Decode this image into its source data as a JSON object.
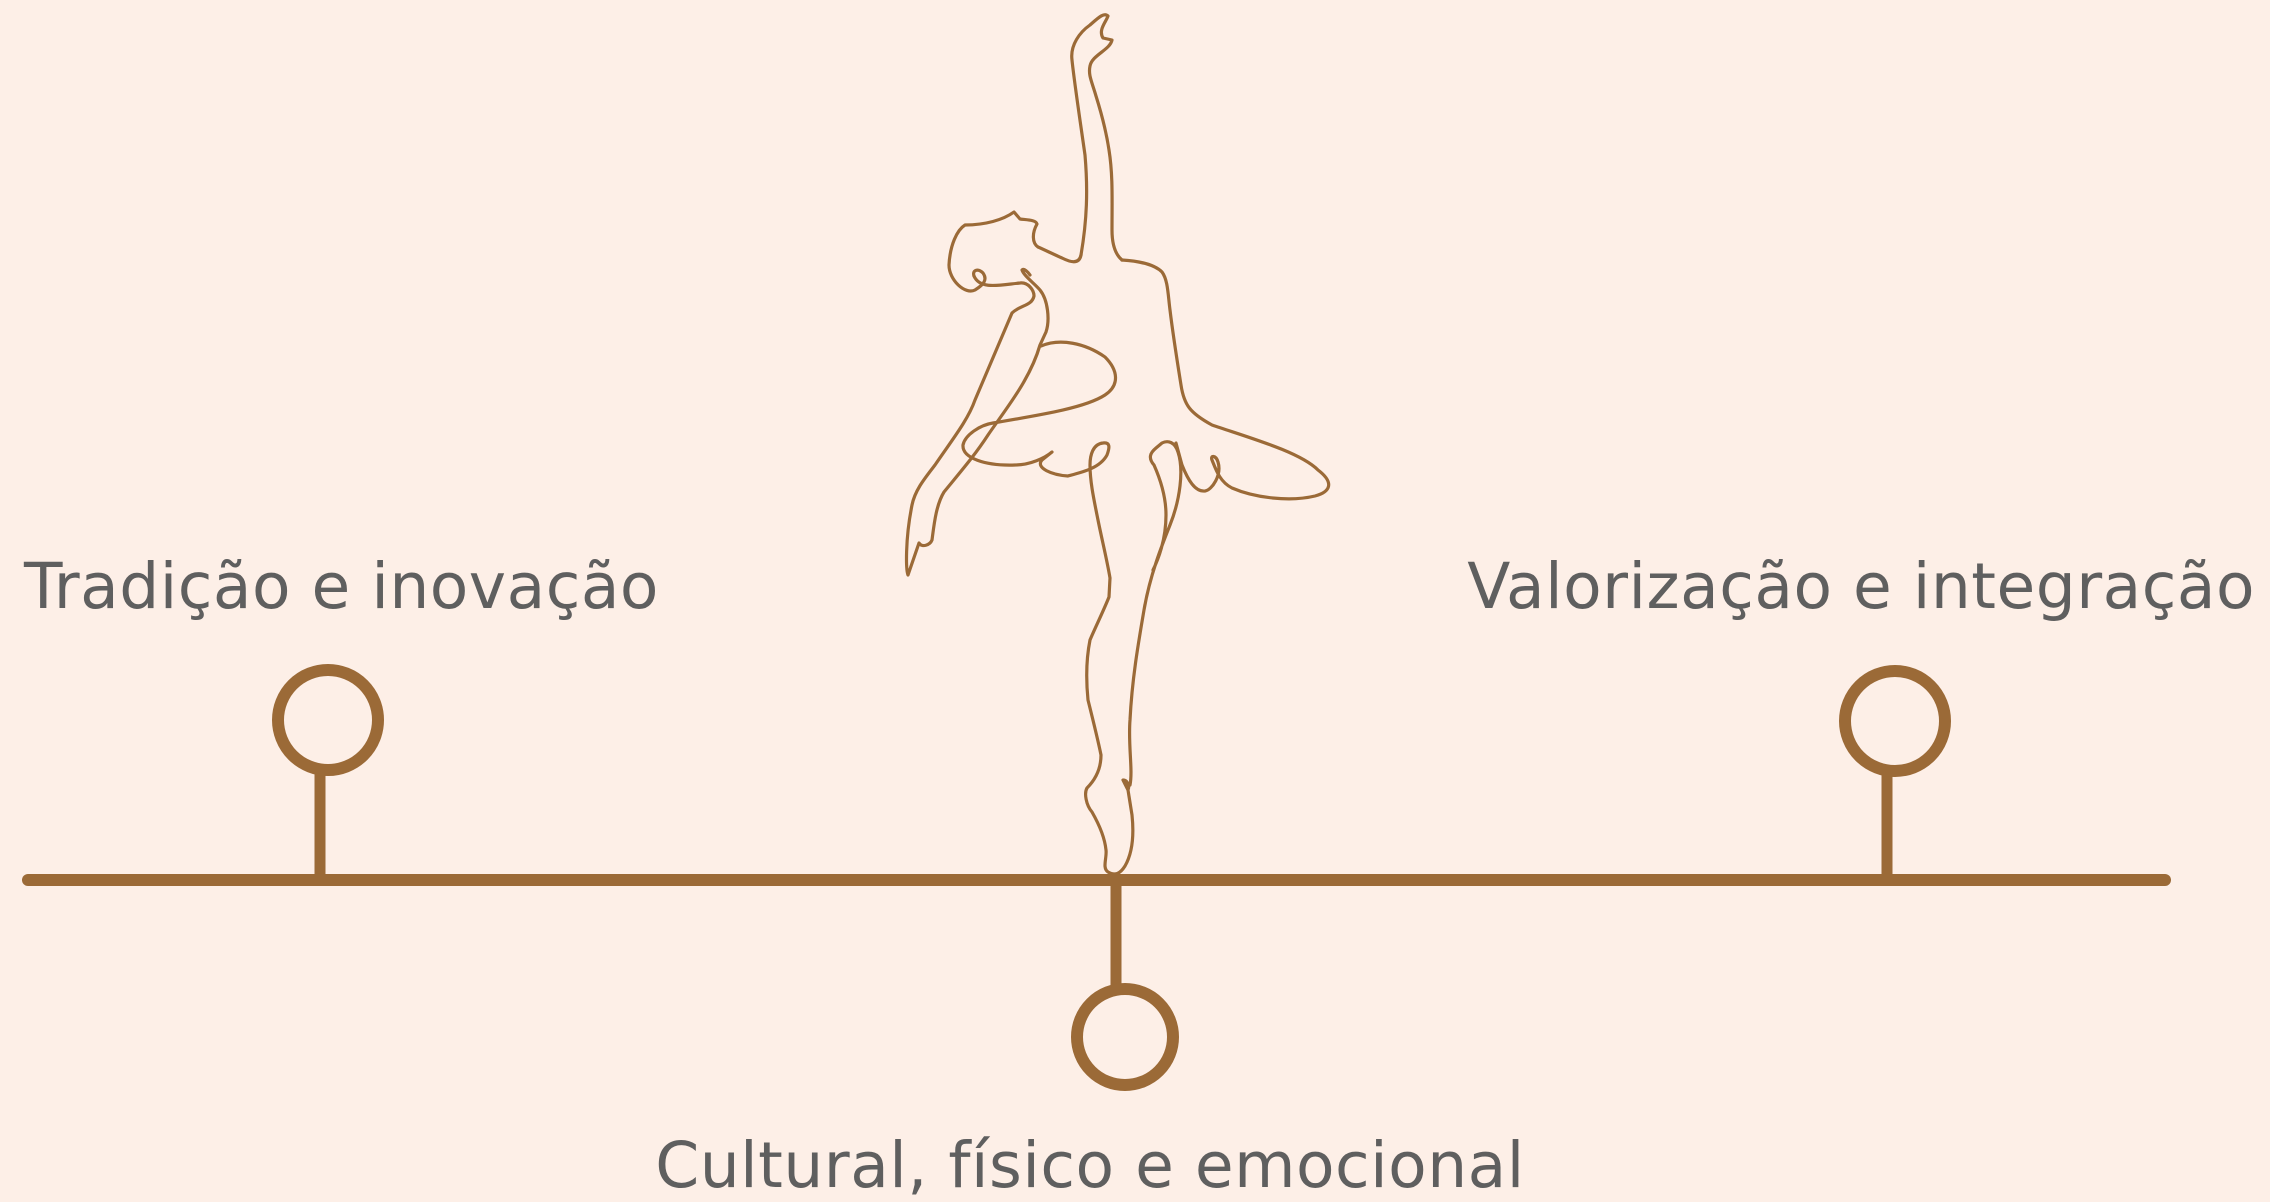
{
  "milestones": {
    "left": {
      "label": "Tradição e inovação"
    },
    "right": {
      "label": "Valorização e integração"
    },
    "bottom": {
      "label": "Cultural, físico e emocional"
    }
  },
  "colors": {
    "background": "#fdefe7",
    "accent": "#9b6a37",
    "text": "#5f5f5f"
  },
  "illustration": {
    "name": "ballerina-line-drawing"
  }
}
